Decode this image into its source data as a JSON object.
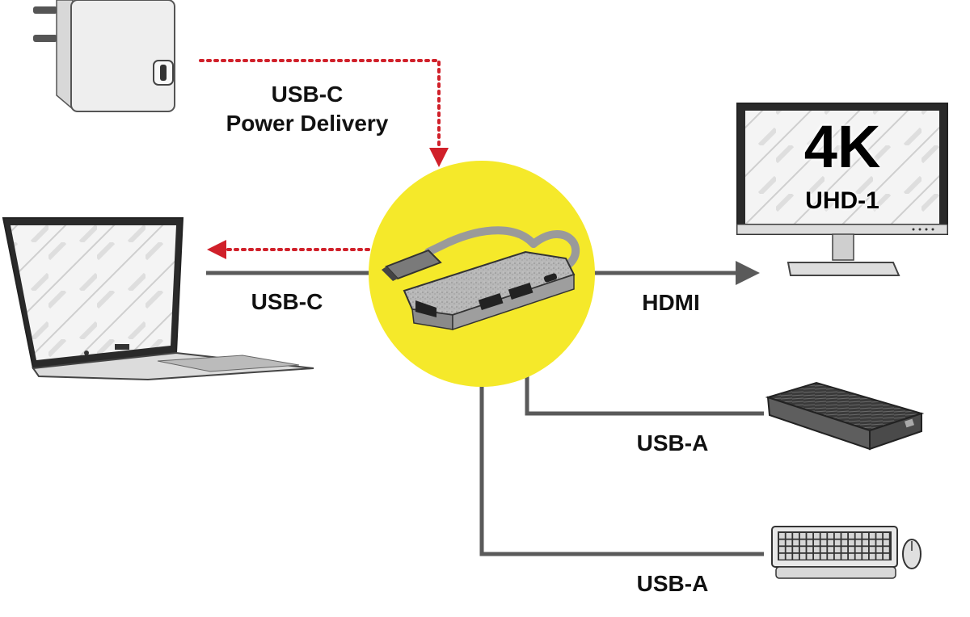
{
  "labels": {
    "power_line1": "USB-C",
    "power_line2": "Power Delivery",
    "laptop_link": "USB-C",
    "hdmi_link": "HDMI",
    "ssd_link": "USB-A",
    "keyboard_link": "USB-A"
  },
  "monitor": {
    "resolution_big": "4K",
    "resolution_small": "UHD-1"
  },
  "colors": {
    "power_line": "#d0202a",
    "data_line": "#5a5a5a",
    "hub_highlight": "#f5e92a",
    "text": "#111111"
  },
  "devices": {
    "power_adapter": "usb-c-power-adapter",
    "laptop": "laptop",
    "hub": "usb-c-hub",
    "monitor": "4k-monitor",
    "ssd": "external-drive",
    "keyboard": "keyboard-and-mouse"
  }
}
